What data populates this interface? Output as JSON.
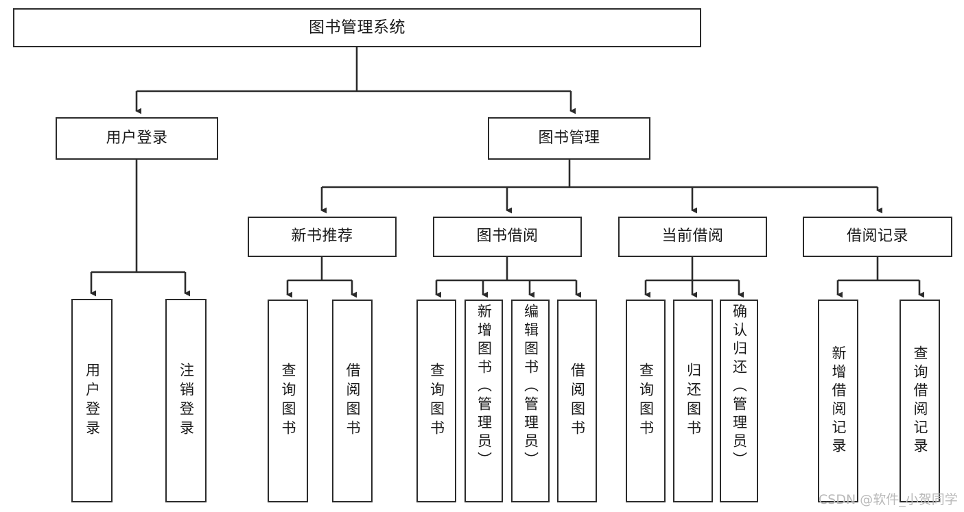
{
  "diagram": {
    "title": "图书管理系统",
    "type": "tree-hierarchy",
    "watermark": "CSDN @软件_小贺同学",
    "colors": {
      "box_border": "#2b2b2b",
      "box_fill": "#ffffff",
      "connector": "#2b2b2b",
      "text": "#1a1a1a",
      "watermark": "#b9b9b9",
      "background": "#ffffff"
    },
    "nodes": {
      "root": {
        "label": "图书管理系统"
      },
      "level2": [
        {
          "id": "user-login",
          "label": "用户登录"
        },
        {
          "id": "book-management",
          "label": "图书管理"
        }
      ],
      "level3": [
        {
          "id": "new-book-recommend",
          "label": "新书推荐"
        },
        {
          "id": "book-borrow",
          "label": "图书借阅"
        },
        {
          "id": "current-borrow",
          "label": "当前借阅"
        },
        {
          "id": "borrow-record",
          "label": "借阅记录"
        }
      ],
      "leaves": {
        "user_login": [
          {
            "id": "leaf-user-login",
            "label": "用户登录"
          },
          {
            "id": "leaf-logout-login",
            "label": "注销登录"
          }
        ],
        "new_book_recommend": [
          {
            "id": "leaf-query-book-1",
            "label": "查询图书"
          },
          {
            "id": "leaf-borrow-book-1",
            "label": "借阅图书"
          }
        ],
        "book_borrow": [
          {
            "id": "leaf-query-book-2",
            "label": "查询图书"
          },
          {
            "id": "leaf-add-book",
            "label": "新增图书（管理员）"
          },
          {
            "id": "leaf-edit-book",
            "label": "编辑图书（管理员）"
          },
          {
            "id": "leaf-borrow-book-2",
            "label": "借阅图书"
          }
        ],
        "current_borrow": [
          {
            "id": "leaf-query-book-3",
            "label": "查询图书"
          },
          {
            "id": "leaf-return-book",
            "label": "归还图书"
          },
          {
            "id": "leaf-confirm-return",
            "label": "确认归还（管理员）"
          }
        ],
        "borrow_record": [
          {
            "id": "leaf-add-record",
            "label": "新增借阅记录"
          },
          {
            "id": "leaf-query-record",
            "label": "查询借阅记录"
          }
        ]
      }
    }
  }
}
